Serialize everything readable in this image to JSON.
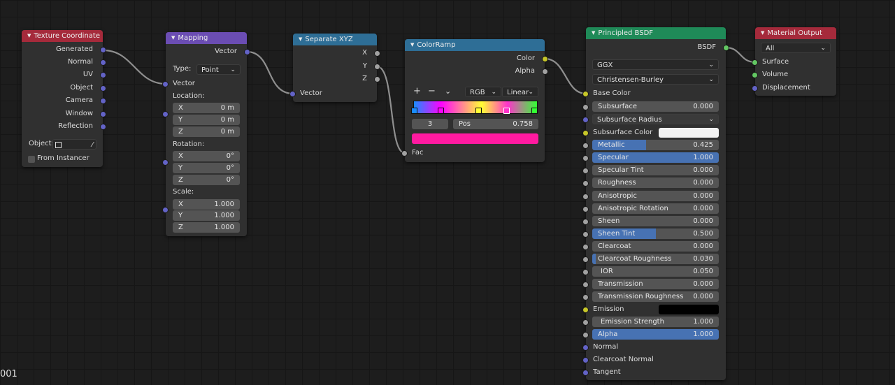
{
  "colors": {
    "vector_socket": "#6363c7",
    "float_socket": "#a1a1a1",
    "color_socket": "#c7c729",
    "shader_socket": "#63c763",
    "input_header": "#a52a3b",
    "vector_header": "#6b4db3",
    "converter_header": "#2e6e96",
    "shader_header": "#1f8a58",
    "slider_fill": "#4772b3",
    "ramp_color": "#ff1aa0"
  },
  "corner_label": "001",
  "texcoord": {
    "title": "Texture Coordinate",
    "outputs": [
      "Generated",
      "Normal",
      "UV",
      "Object",
      "Camera",
      "Window",
      "Reflection"
    ],
    "object_label": "Object:",
    "instancer_label": "From Instancer",
    "eyedropper_icon": "eyedropper-icon",
    "object_icon": "object-cube-icon"
  },
  "mapping": {
    "title": "Mapping",
    "output": "Vector",
    "input": "Vector",
    "type_label": "Type:",
    "type_value": "Point",
    "location_label": "Location:",
    "location": [
      {
        "axis": "X",
        "value": "0 m"
      },
      {
        "axis": "Y",
        "value": "0 m"
      },
      {
        "axis": "Z",
        "value": "0 m"
      }
    ],
    "rotation_label": "Rotation:",
    "rotation": [
      {
        "axis": "X",
        "value": "0°"
      },
      {
        "axis": "Y",
        "value": "0°"
      },
      {
        "axis": "Z",
        "value": "0°"
      }
    ],
    "scale_label": "Scale:",
    "scale": [
      {
        "axis": "X",
        "value": "1.000"
      },
      {
        "axis": "Y",
        "value": "1.000"
      },
      {
        "axis": "Z",
        "value": "1.000"
      }
    ]
  },
  "separate": {
    "title": "Separate XYZ",
    "outputs": [
      "X",
      "Y",
      "Z"
    ],
    "input": "Vector"
  },
  "colorramp": {
    "title": "ColorRamp",
    "outputs": [
      "Color",
      "Alpha"
    ],
    "add": "+",
    "remove": "−",
    "menu_icon": "chevron-down-icon",
    "color_mode": "RGB",
    "interpolation": "Linear",
    "active_index": "3",
    "pos_label": "Pos",
    "pos_value": "0.758",
    "input": "Fac"
  },
  "bsdf": {
    "title": "Principled BSDF",
    "output": "BSDF",
    "distribution": "GGX",
    "subsurface_method": "Christensen-Burley",
    "base_color": "Base Color",
    "subsurface": {
      "label": "Subsurface",
      "value": "0.000"
    },
    "subsurface_radius": "Subsurface Radius",
    "subsurface_color": "Subsurface Color",
    "metallic": {
      "label": "Metallic",
      "value": "0.425",
      "fraction": 0.425
    },
    "specular": {
      "label": "Specular",
      "value": "1.000",
      "fraction": 1.0
    },
    "specular_tint": {
      "label": "Specular Tint",
      "value": "0.000"
    },
    "roughness": {
      "label": "Roughness",
      "value": "0.000"
    },
    "anisotropic": {
      "label": "Anisotropic",
      "value": "0.000"
    },
    "anisotropic_rotation": {
      "label": "Anisotropic Rotation",
      "value": "0.000"
    },
    "sheen": {
      "label": "Sheen",
      "value": "0.000"
    },
    "sheen_tint": {
      "label": "Sheen Tint",
      "value": "0.500",
      "fraction": 0.5
    },
    "clearcoat": {
      "label": "Clearcoat",
      "value": "0.000"
    },
    "clearcoat_roughness": {
      "label": "Clearcoat Roughness",
      "value": "0.030",
      "fraction": 0.03
    },
    "ior": {
      "label": "IOR",
      "value": "0.050"
    },
    "transmission": {
      "label": "Transmission",
      "value": "0.000"
    },
    "transmission_roughness": {
      "label": "Transmission Roughness",
      "value": "0.000"
    },
    "emission": "Emission",
    "emission_strength": {
      "label": "Emission Strength",
      "value": "1.000"
    },
    "alpha": {
      "label": "Alpha",
      "value": "1.000",
      "fraction": 1.0
    },
    "normal": "Normal",
    "clearcoat_normal": "Clearcoat Normal",
    "tangent": "Tangent"
  },
  "output": {
    "title": "Material Output",
    "target": "All",
    "inputs": [
      "Surface",
      "Volume",
      "Displacement"
    ]
  }
}
